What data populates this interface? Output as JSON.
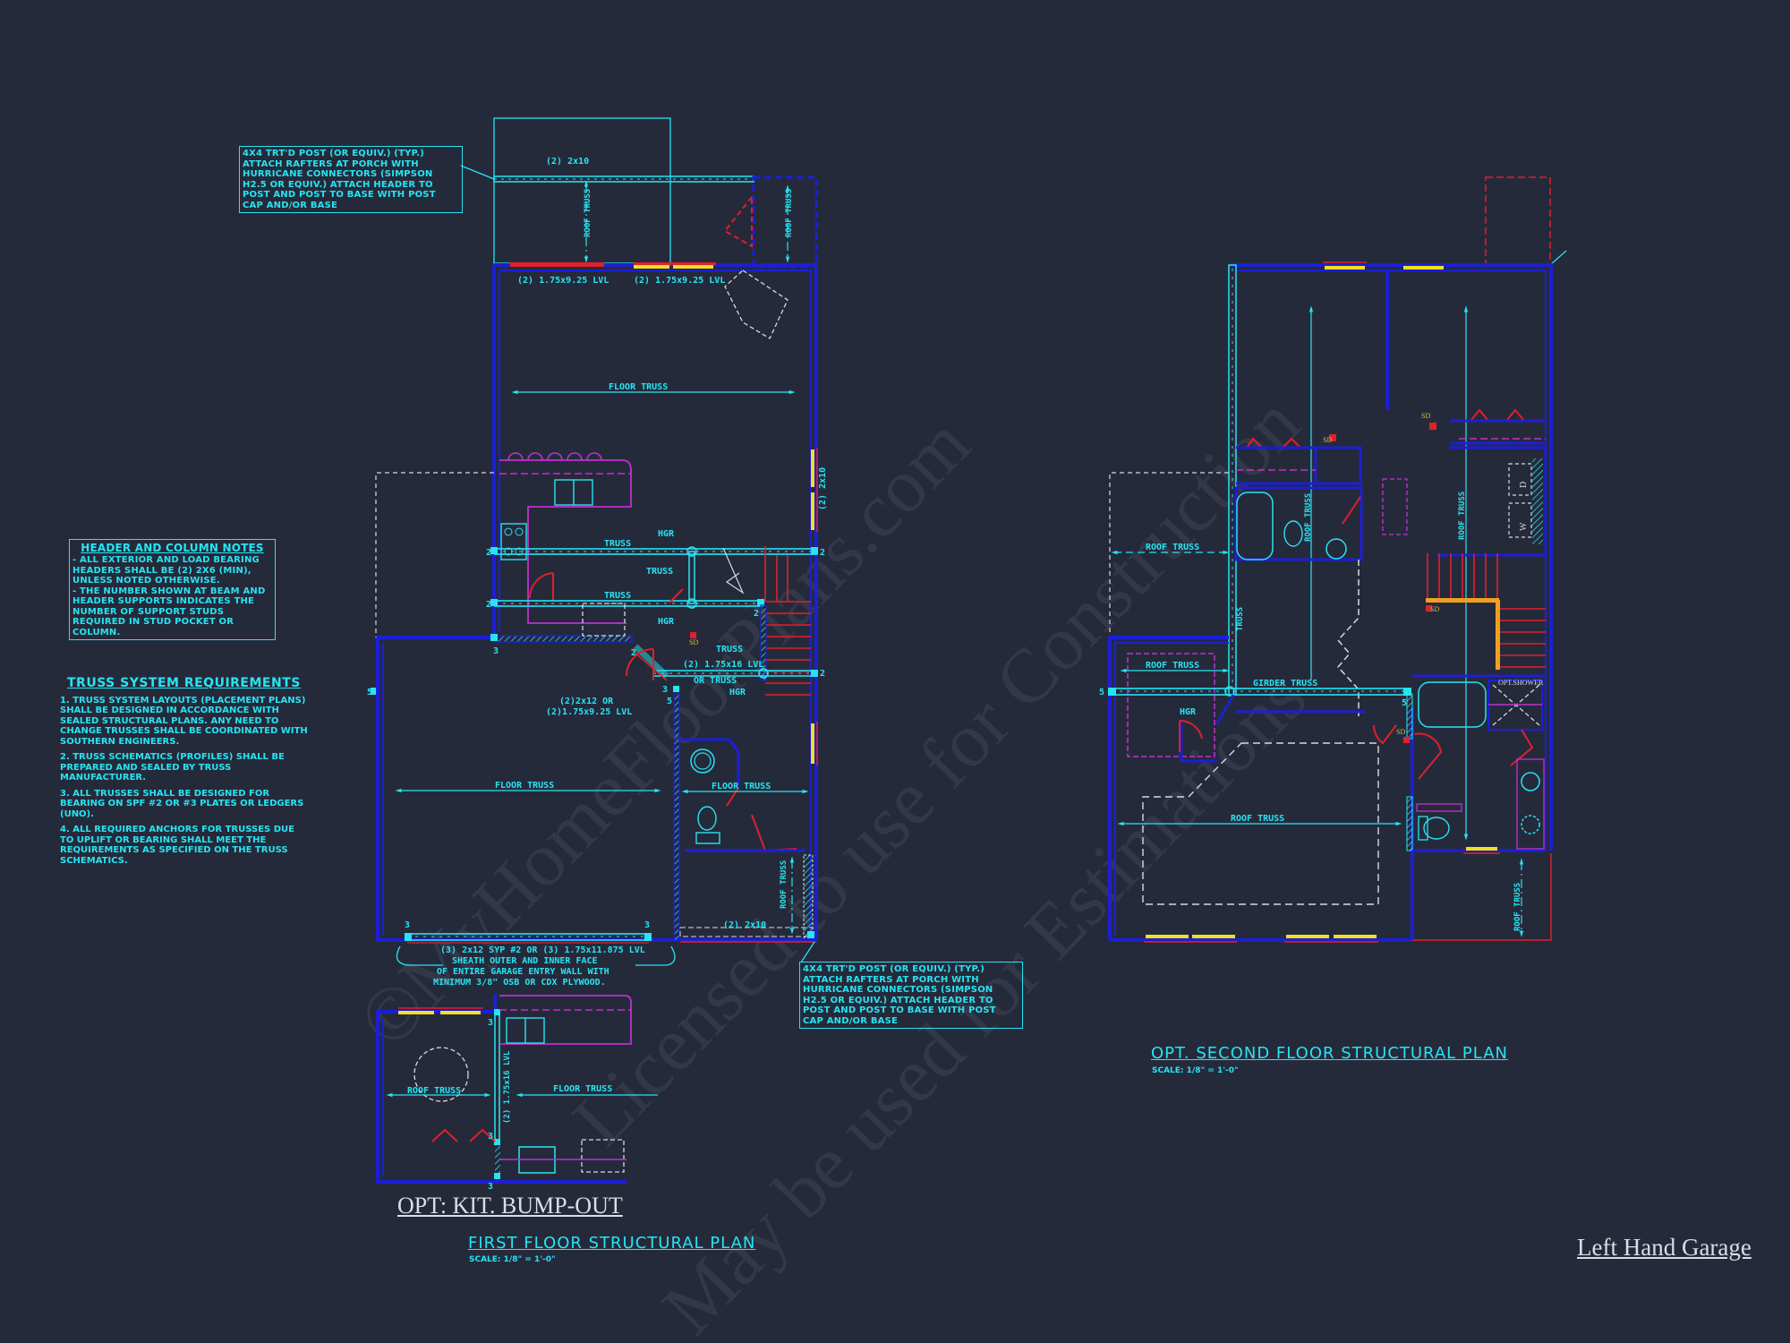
{
  "colors": {
    "background": "#252a3b",
    "wall": "#1c1fd6",
    "structural": "#27e4f2",
    "door": "#e0202a",
    "window": "#f0e020",
    "fixture": "#c030d0",
    "dashed": "#d8d8e0",
    "sd_label": "#d8c040"
  },
  "watermarks": [
    "©MyHomeFloorPlans.com",
    "Licensed to use for Construction",
    "May be used for Estimations"
  ],
  "notes": {
    "porch_post_top": "4x4 TRT'D POST (OR EQUIV.) (TYP.) ATTACH RAFTERS AT PORCH WITH HURRICANE CONNECTORS (SIMPSON H2.5 OR EQUIV.) ATTACH HEADER TO POST AND POST TO BASE WITH POST CAP AND/OR BASE",
    "porch_post_bottom": "4x4 TRT'D POST (OR EQUIV.) (TYP.) ATTACH RAFTERS AT PORCH WITH HURRICANE CONNECTORS (SIMPSON H2.5 OR EQUIV.) ATTACH HEADER TO POST AND POST TO BASE WITH POST CAP AND/OR BASE",
    "header_column": {
      "title": "HEADER AND COLUMN NOTES",
      "lines": [
        "- ALL EXTERIOR AND LOAD BEARING HEADERS SHALL BE (2) 2x6 (MIN), UNLESS NOTED OTHERWISE.",
        "- THE NUMBER SHOWN AT BEAM AND HEADER SUPPORTS INDICATES THE NUMBER OF SUPPORT STUDS REQUIRED IN STUD POCKET OR COLUMN."
      ]
    },
    "truss_system": {
      "title": "TRUSS SYSTEM REQUIREMENTS",
      "items": [
        "1. TRUSS SYSTEM LAYOUTS (PLACEMENT PLANS) SHALL BE DESIGNED IN ACCORDANCE WITH SEALED STRUCTURAL PLANS. ANY NEED TO CHANGE TRUSSES SHALL BE COORDINATED WITH SOUTHERN ENGINEERS.",
        "2. TRUSS SCHEMATICS (PROFILES) SHALL BE PREPARED AND SEALED BY TRUSS MANUFACTURER.",
        "3. ALL TRUSSES SHALL BE DESIGNED FOR BEARING ON SPF #2 OR #3 PLATES OR LEDGERS (UNO).",
        "4. ALL REQUIRED ANCHORS FOR TRUSSES DUE TO UPLIFT OR BEARING SHALL MEET THE REQUIREMENTS AS SPECIFIED ON THE TRUSS SCHEMATICS."
      ]
    }
  },
  "first_floor": {
    "title": "FIRST FLOOR STRUCTURAL PLAN",
    "scale": "SCALE: 1/8\" = 1'-0\"",
    "labels": {
      "porch_beam": "(2) 2x10",
      "roof_truss": "ROOF TRUSS",
      "lvl_left": "(2) 1.75x9.25 LVL",
      "lvl_right": "(2) 1.75x9.25 LVL",
      "floor_truss_top": "FLOOR TRUSS",
      "side_header": "(2) 2x10",
      "truss_1": "TRUSS",
      "truss_2": "TRUSS",
      "truss_3": "TRUSS",
      "truss_4": "TRUSS",
      "hgr_1": "HGR",
      "hgr_2": "HGR",
      "hgr_3": "HGR",
      "lvl_16": "(2) 1.75x16 LVL",
      "or_truss": "OR TRUSS",
      "diag_beam_1": "(2)2x12 OR",
      "diag_beam_2": "(2)1.75x9.25 LVL",
      "floor_truss_garage": "FLOOR TRUSS",
      "floor_truss_bath": "FLOOR TRUSS",
      "roof_truss_side": "ROOF TRUSS",
      "bottom_header": "(2) 2x10",
      "garage_beam": "(3) 2x12 SYP #2 OR (3) 1.75x11.875 LVL",
      "sheath_1": "SHEATH OUTER AND INNER FACE",
      "sheath_2": "OF ENTIRE GARAGE ENTRY WALL WITH",
      "sheath_3": "MINIMUM 3/8\" OSB OR CDX PLYWOOD.",
      "sd": "SD",
      "n2": "2",
      "n3": "3",
      "n5": "5"
    }
  },
  "bump_out": {
    "title": "OPT: KIT. BUMP-OUT",
    "labels": {
      "roof_truss": "ROOF TRUSS",
      "floor_truss": "FLOOR TRUSS",
      "lvl": "(2) 1.75x16 LVL"
    }
  },
  "second_floor": {
    "title": "OPT. SECOND FLOOR STRUCTURAL PLAN",
    "scale": "SCALE: 1/8\" = 1'-0\"",
    "labels": {
      "roof_truss_left": "ROOF TRUSS",
      "roof_truss_closet": "ROOF TRUSS",
      "truss_vertical": "TRUSS",
      "roof_truss_vert": "ROOF TRUSS",
      "roof_truss_right": "ROOF TRUSS",
      "girder_truss": "GIRDER TRUSS",
      "hgr": "HGR",
      "roof_truss_garage": "ROOF TRUSS",
      "roof_truss_porch": "ROOF TRUSS",
      "opt_shower": "OPT.SHOWER",
      "washer": "W",
      "dryer": "D",
      "sd": "SD",
      "n5": "5"
    }
  },
  "footer": {
    "garage_label": "Left Hand Garage"
  }
}
